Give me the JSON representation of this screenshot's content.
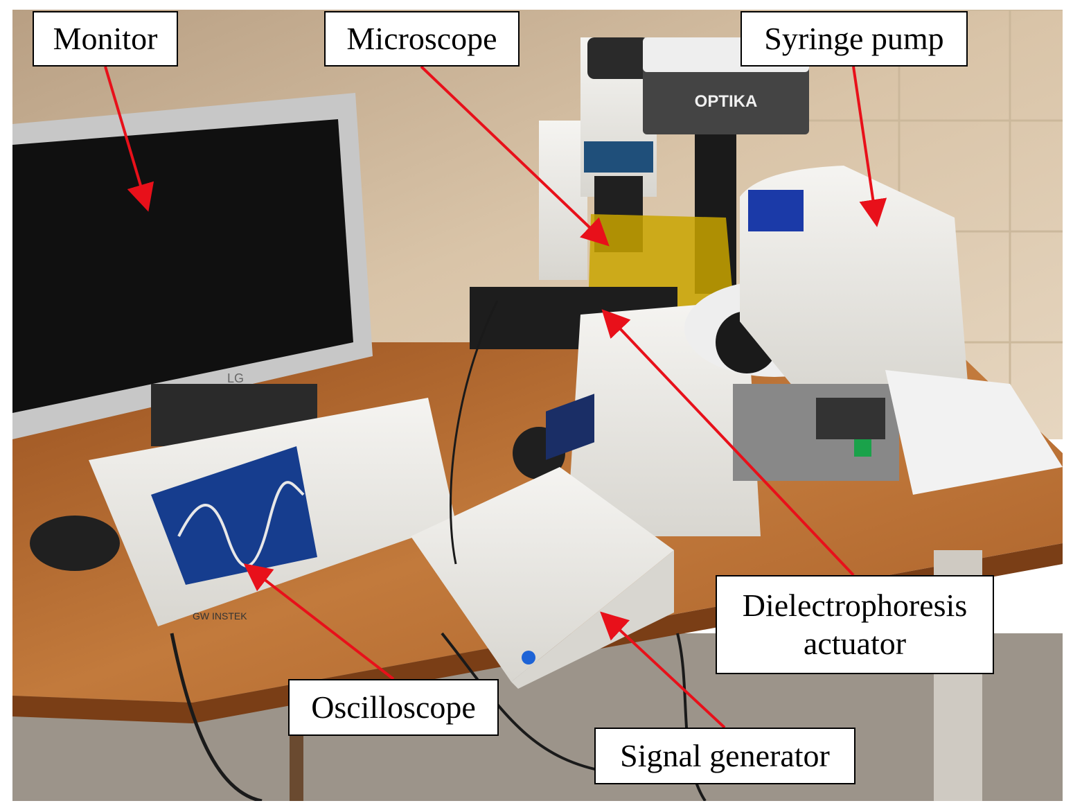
{
  "labels": {
    "monitor": "Monitor",
    "microscope": "Microscope",
    "syringe_pump": "Syringe pump",
    "dielectrophoresis_line1": "Dielectrophoresis",
    "dielectrophoresis_line2": "actuator",
    "oscilloscope": "Oscilloscope",
    "signal_generator": "Signal generator"
  },
  "device_text": {
    "camera_brand": "OPTIKA",
    "monitor_brand": "LG",
    "oscilloscope_brand": "GW INSTEK"
  },
  "colors": {
    "arrow": "#e8101a",
    "wall": "#d9c7ad",
    "desk": "#b6682e",
    "yellow_filter": "#c9a400"
  }
}
